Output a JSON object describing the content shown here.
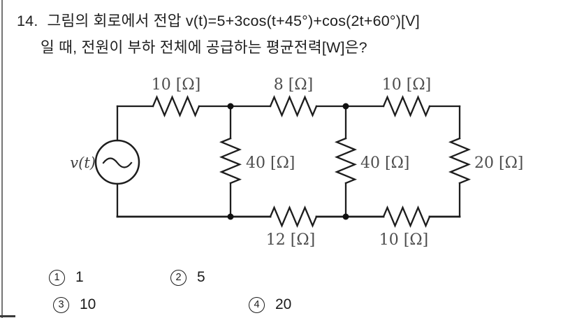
{
  "question": {
    "number": "14.",
    "line1": "그림의 회로에서 전압 v(t)=5+3cos(t+45°)+cos(2t+60°)[V]",
    "line2": "일 때, 전원이 부하 전체에 공급하는 평균전력[W]은?"
  },
  "circuit": {
    "source_label": "v(t)",
    "labels": {
      "top_left": "10 [Ω]",
      "top_mid": "8 [Ω]",
      "top_right": "10 [Ω]",
      "shunt_left": "40 [Ω]",
      "shunt_mid": "40 [Ω]",
      "shunt_right": "20 [Ω]",
      "bottom_left": "12 [Ω]",
      "bottom_right": "10 [Ω]"
    }
  },
  "choices": [
    {
      "num": "1",
      "value": "1"
    },
    {
      "num": "2",
      "value": "5"
    },
    {
      "num": "3",
      "value": "10"
    },
    {
      "num": "4",
      "value": "20"
    }
  ],
  "colors": {
    "ink": "#1d1d1d",
    "label_gray": "#4d4d4d",
    "rule_gray": "#757575"
  }
}
